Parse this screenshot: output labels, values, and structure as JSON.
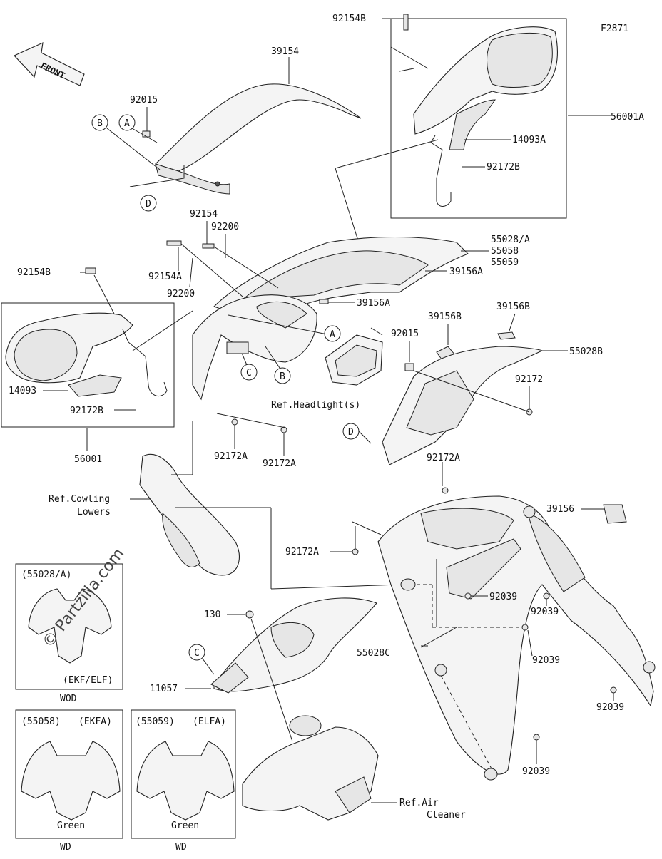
{
  "diagram_id": "F2871",
  "front_arrow_label": "FRONT",
  "watermark": "© Partzilla.com",
  "callout_letters": {
    "a": "A",
    "b": "B",
    "c": "C",
    "d": "D"
  },
  "part_numbers": {
    "p39154": "39154",
    "p92015a": "92015",
    "p92015b": "92015",
    "p92154b_top": "92154B",
    "p56001a": "56001A",
    "p14093a": "14093A",
    "p92172b_top": "92172B",
    "p92154": "92154",
    "p92200a": "92200",
    "p92154a": "92154A",
    "p92200b": "92200",
    "p55028a": "55028/A",
    "p55058": "55058",
    "p55059": "55059",
    "p39156a_1": "39156A",
    "p39156a_2": "39156A",
    "p92154b_left": "92154B",
    "p14093": "14093",
    "p92172b_left": "92172B",
    "p56001": "56001",
    "p92172a_1": "92172A",
    "p92172a_2": "92172A",
    "p92172a_3": "92172A",
    "p92172a_4": "92172A",
    "p39156b_1": "39156B",
    "p39156b_2": "39156B",
    "p55028b": "55028B",
    "p92172": "92172",
    "p39156": "39156",
    "p92039_1": "92039",
    "p92039_2": "92039",
    "p92039_3": "92039",
    "p92039_4": "92039",
    "p92039_5": "92039",
    "p55028c": "55028C",
    "p130": "130",
    "p11057": "11057"
  },
  "references": {
    "headlights": "Ref.Headlight(s)",
    "cowling_l1": "Ref.Cowling",
    "cowling_l2": "Lowers",
    "air_l1": "Ref.Air",
    "air_l2": "Cleaner"
  },
  "variant_boxes": [
    {
      "label": "(55028/A)",
      "code": "(EKF/ELF)",
      "caption": "WOD",
      "color": ""
    },
    {
      "label": "(55058)",
      "code": "(EKFA)",
      "caption": "WD",
      "color": "Green"
    },
    {
      "label": "(55059)",
      "code": "(ELFA)",
      "caption": "WD",
      "color": "Green"
    }
  ]
}
